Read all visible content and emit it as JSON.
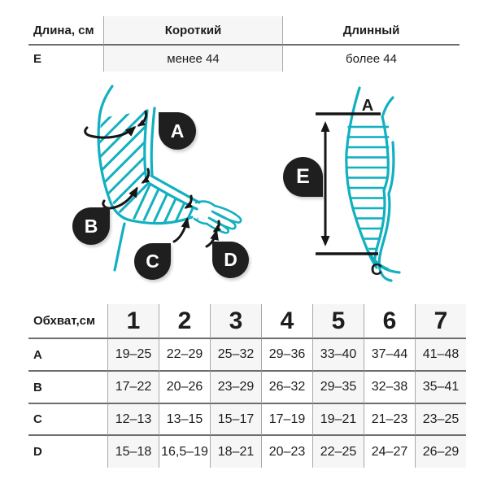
{
  "colors": {
    "teal": "#12b0c0",
    "badge_black": "#1f1f1f",
    "column_shade": "#f6f6f6",
    "rule_dark": "#6d6d6d",
    "rule_light": "#a8a8a8"
  },
  "length_table": {
    "header": "Длина, см",
    "columns": [
      "Короткий",
      "Длинный"
    ],
    "rows": [
      {
        "label": "E",
        "values": [
          "менее 44",
          "более 44"
        ]
      }
    ]
  },
  "diagram": {
    "badges": {
      "a": "A",
      "b": "B",
      "c": "C",
      "d": "D",
      "e": "E"
    },
    "length_scale": {
      "top": "A",
      "bottom": "C"
    }
  },
  "girth_table": {
    "header": "Обхват,см",
    "sizes": [
      "1",
      "2",
      "3",
      "4",
      "5",
      "6",
      "7"
    ],
    "rows": [
      {
        "label": "A",
        "values": [
          "19–25",
          "22–29",
          "25–32",
          "29–36",
          "33–40",
          "37–44",
          "41–48"
        ]
      },
      {
        "label": "B",
        "values": [
          "17–22",
          "20–26",
          "23–29",
          "26–32",
          "29–35",
          "32–38",
          "35–41"
        ]
      },
      {
        "label": "C",
        "values": [
          "12–13",
          "13–15",
          "15–17",
          "17–19",
          "19–21",
          "21–23",
          "23–25"
        ]
      },
      {
        "label": "D",
        "values": [
          "15–18",
          "16,5–19",
          "18–21",
          "20–23",
          "22–25",
          "24–27",
          "26–29"
        ]
      }
    ]
  }
}
